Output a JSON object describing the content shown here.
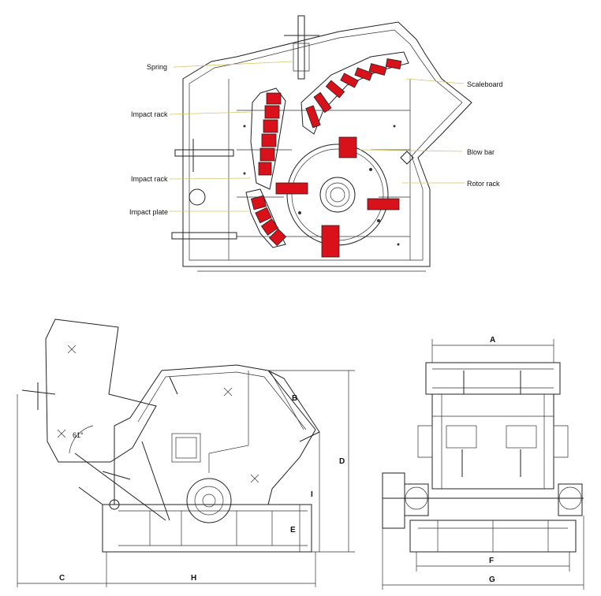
{
  "labels": {
    "spring": "Spring",
    "impact_rack_1": "Impact rack",
    "impact_rack_2": "Impact rack",
    "impact_plate": "Impact plate",
    "scaleboard": "Scaleboard",
    "blow_bar": "Blow bar",
    "rotor_rack": "Rotor rack"
  },
  "dimensions": {
    "a": "A",
    "b": "B",
    "c": "C",
    "d": "D",
    "e": "E",
    "f": "F",
    "g": "G",
    "h": "H",
    "i": "I",
    "angle": "61°"
  },
  "colors": {
    "blow_bar": "#d8111b",
    "leader": "#d8c36a",
    "line": "#222222"
  }
}
